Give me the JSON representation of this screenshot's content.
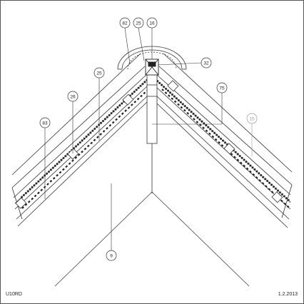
{
  "drawing": {
    "code": "U10RD",
    "date": "1.2.2013",
    "line_color": "#333333",
    "hatch_color": "#222222",
    "faint_callout_color": "#9a9a9a"
  },
  "callouts": [
    {
      "id": "c82",
      "label": "82"
    },
    {
      "id": "c25a",
      "label": "25"
    },
    {
      "id": "c16",
      "label": "16"
    },
    {
      "id": "c32",
      "label": "32"
    },
    {
      "id": "c25b",
      "label": "25"
    },
    {
      "id": "c26",
      "label": "26"
    },
    {
      "id": "c83",
      "label": "83"
    },
    {
      "id": "c75",
      "label": "75"
    },
    {
      "id": "c15",
      "label": "15"
    },
    {
      "id": "c9",
      "label": "9"
    }
  ]
}
